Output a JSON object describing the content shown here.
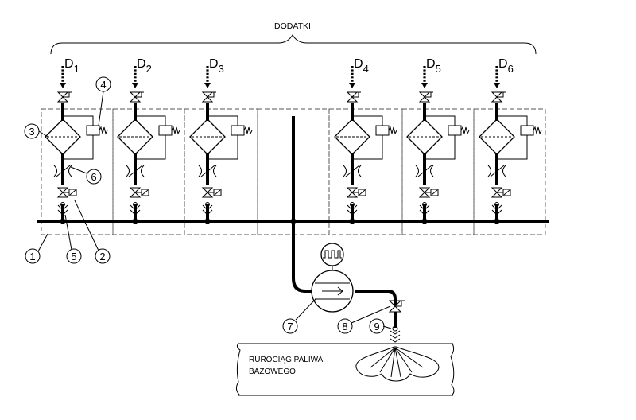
{
  "header": {
    "title": "DODATKI"
  },
  "additives": [
    {
      "letter": "D",
      "sub": "1"
    },
    {
      "letter": "D",
      "sub": "2"
    },
    {
      "letter": "D",
      "sub": "3"
    },
    {
      "letter": "D",
      "sub": "4"
    },
    {
      "letter": "D",
      "sub": "5"
    },
    {
      "letter": "D",
      "sub": "6"
    }
  ],
  "callouts": {
    "c1": "1",
    "c2": "2",
    "c3": "3",
    "c4": "4",
    "c5": "5",
    "c6": "6",
    "c7": "7",
    "c8": "8",
    "c9": "9"
  },
  "pipeline": {
    "line1": "RUROCIĄG PALIWA",
    "line2": "BAZOWEGO"
  }
}
